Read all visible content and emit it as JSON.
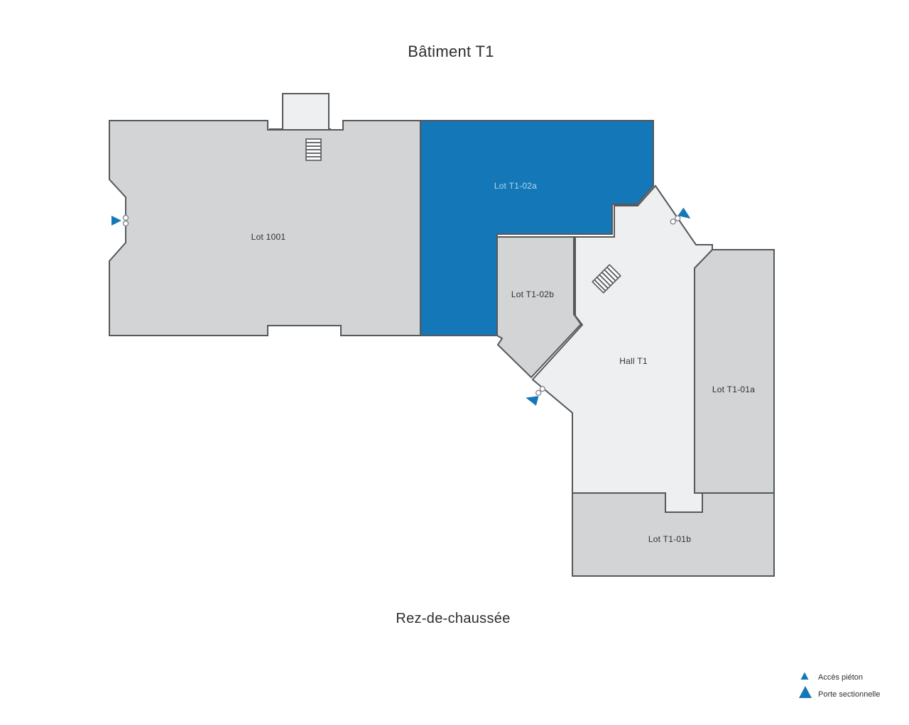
{
  "title": "Bâtiment T1",
  "floor_label": "Rez-de-chaussée",
  "colors": {
    "lot_fill": "#d2d4d5",
    "room_fill": "#eeeff0",
    "selected_fill": "#1478b8",
    "selected_label_color": "#b0d8ee",
    "marker": "#1478b8"
  },
  "lots": {
    "lot1001": {
      "label": "Lot 1001"
    },
    "t1_02a": {
      "label": "Lot T1-02a"
    },
    "t1_02b": {
      "label": "Lot T1-02b"
    },
    "hall": {
      "label": "Hall T1"
    },
    "t1_01a": {
      "label": "Lot T1-01a"
    },
    "t1_01b": {
      "label": "Lot T1-01b"
    }
  },
  "legend": {
    "items": [
      {
        "label": "Accès piéton"
      },
      {
        "label": "Porte sectionnelle"
      }
    ]
  }
}
